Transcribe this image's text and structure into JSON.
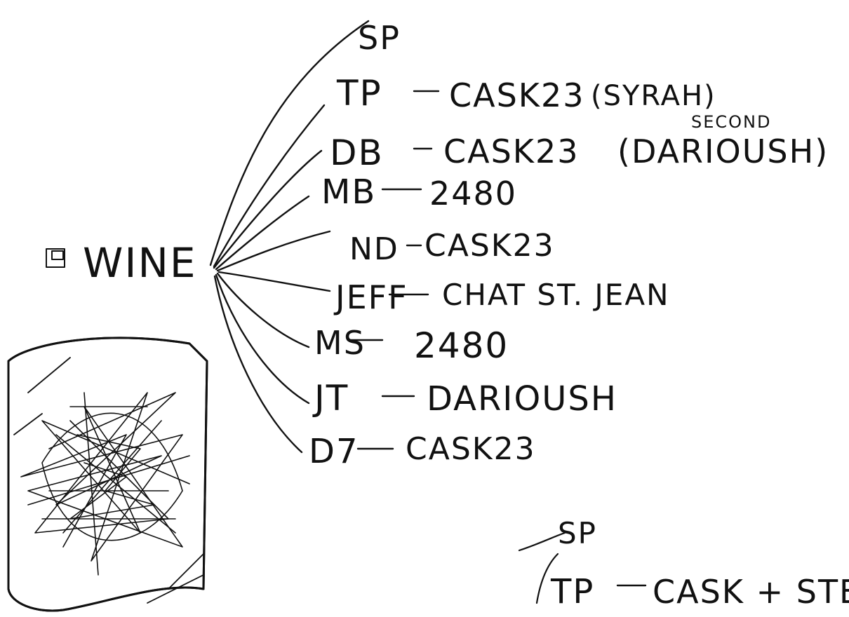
{
  "note": {
    "checkbox_label": "WINE",
    "people": [
      {
        "label": "SP",
        "choice": ""
      },
      {
        "label": "TP",
        "choice": "CASK23",
        "note": "(SYRAH)"
      },
      {
        "label": "DB",
        "choice": "CASK23",
        "note": "(DARIOUSH)",
        "superscript": "SECOND"
      },
      {
        "label": "MB",
        "choice": "2480"
      },
      {
        "label": "ND",
        "choice": "CASK23"
      },
      {
        "label": "JEFF",
        "choice": "CHAT ST. JEAN"
      },
      {
        "label": "MS",
        "choice": "2480"
      },
      {
        "label": "JT",
        "choice": "DARIOUSH"
      },
      {
        "label": "D7",
        "choice": "CASK23"
      }
    ],
    "second_list": [
      {
        "label": "SP",
        "choice": ""
      },
      {
        "label": "TP",
        "choice": "CASK + STEAK"
      }
    ]
  },
  "colors": {
    "ink": "#111111",
    "paper": "#ffffff"
  }
}
